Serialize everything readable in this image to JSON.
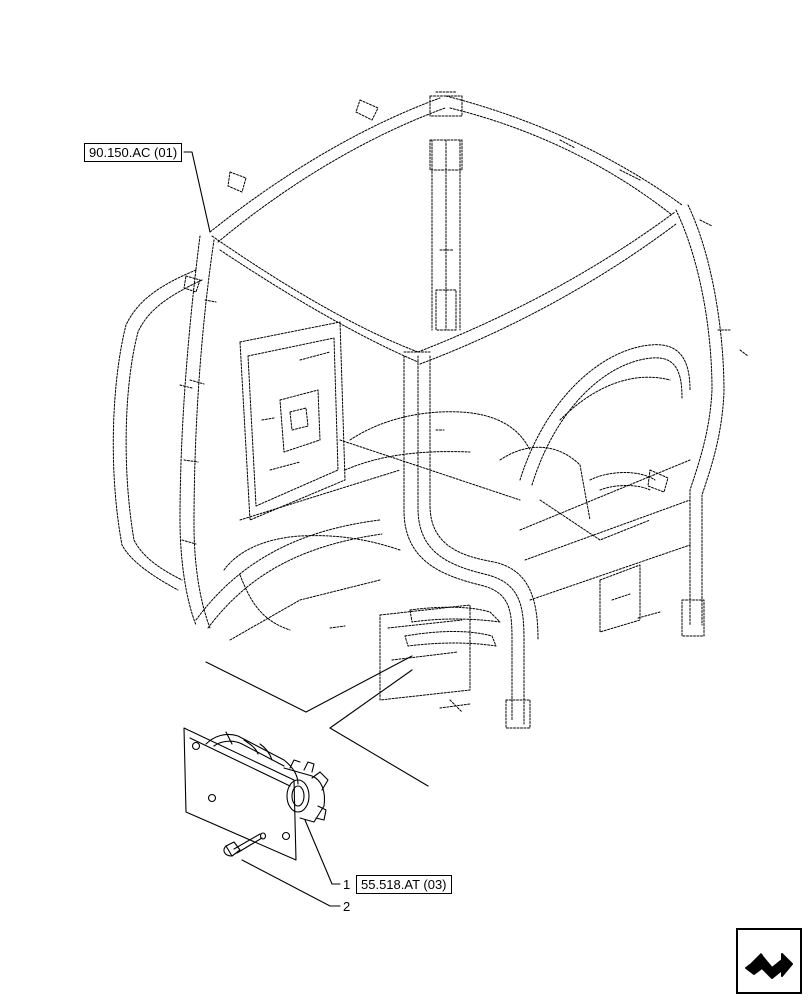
{
  "callouts": {
    "ref_top": "90.150.AC (01)",
    "ref_bottom": "55.518.AT (03)",
    "item_1": "1",
    "item_2": "2"
  },
  "icons": {
    "nav": "next-page-arrow-icon"
  },
  "colors": {
    "line": "#000000",
    "background": "#ffffff"
  }
}
